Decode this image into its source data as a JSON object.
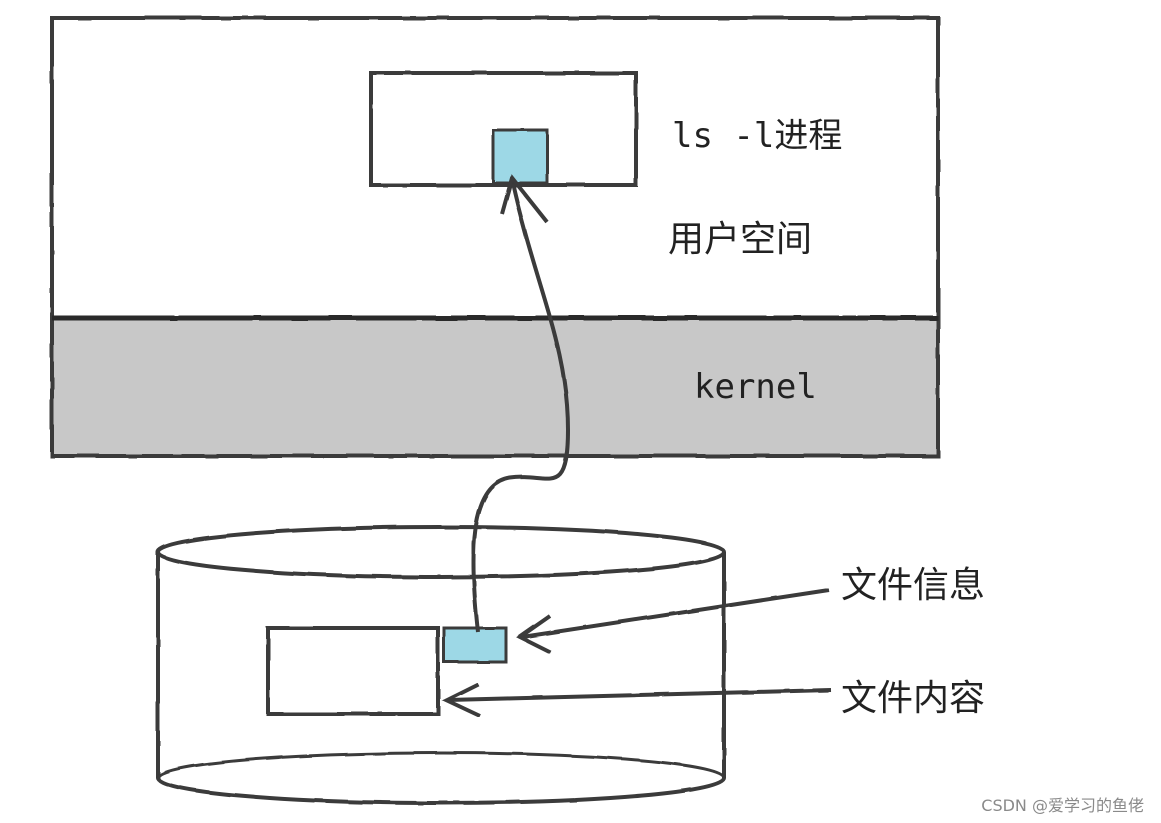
{
  "labels": {
    "process": "ls -l进程",
    "user_space": "用户空间",
    "kernel": "kernel",
    "file_info": "文件信息",
    "file_content": "文件内容"
  },
  "watermark": "CSDN @爱学习的鱼佬",
  "colors": {
    "stroke": "#3a3a3a",
    "kernel_fill": "#c8c8c8",
    "highlight_fill": "#9dd8e6",
    "background": "#ffffff"
  }
}
